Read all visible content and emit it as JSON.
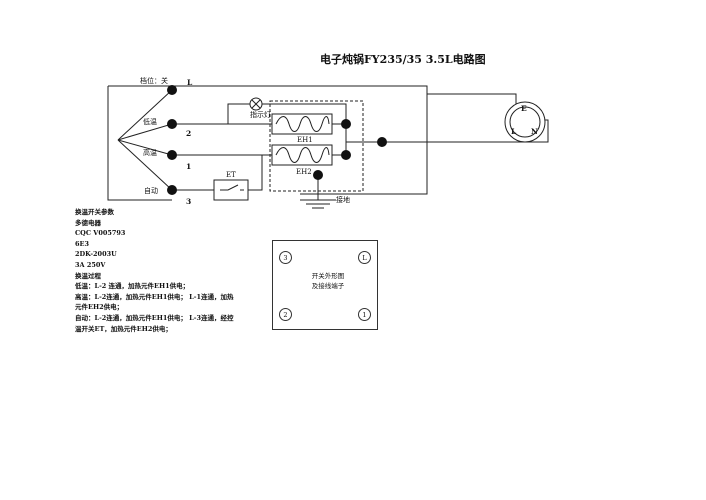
{
  "title": "电子炖锅FY235/35  3.5L电路图",
  "switch_positions": [
    {
      "label": "档位：关",
      "terminal": "L"
    },
    {
      "label": "低温",
      "terminal": "2"
    },
    {
      "label": "高温",
      "terminal": "1"
    },
    {
      "label": "自动",
      "terminal": "3"
    }
  ],
  "components": {
    "indicator_lamp": "指示灯",
    "heater_1": "EH1",
    "heater_2": "EH2",
    "thermostat": "ET",
    "ground": "接地"
  },
  "plug": {
    "earth": "E",
    "live": "L",
    "neutral": "N"
  },
  "notes": [
    "换温开关参数",
    "多德电器",
    "CQC  V005793",
    "6E3",
    "2DK-2003U",
    "3A  250V",
    "换温过程",
    "低温：L-2 连通，加热元件EH1供电；",
    "高温：L-2连通，加热元件EH1供电；  L-1连通，加热",
    "元件EH2供电；",
    "自动：L-2连通，加热元件EH1供电；  L-3连通，经控",
    "温开关ET，加热元件EH2供电；"
  ],
  "terminal_box": {
    "caption_line1": "开关外形图",
    "caption_line2": "及接线端子",
    "corners": [
      "3",
      "L",
      "2",
      "1"
    ]
  }
}
